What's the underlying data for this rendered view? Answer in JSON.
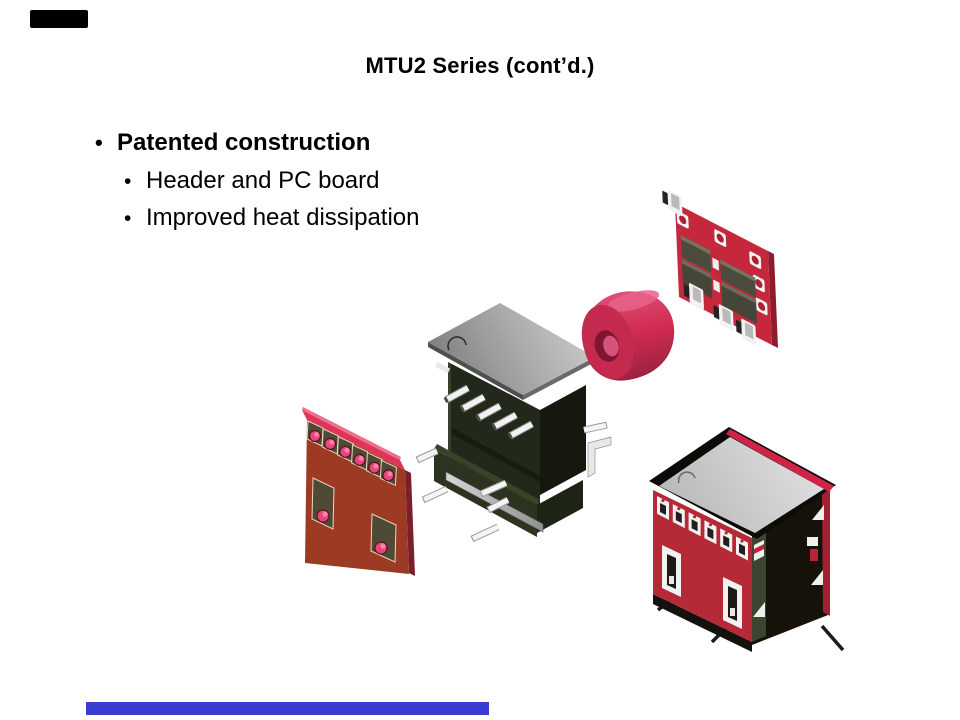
{
  "slide": {
    "title": "MTU2 Series (cont’d.)",
    "bullet_marker": "•",
    "bullets": [
      {
        "text": "Patented construction",
        "level": 1
      },
      {
        "text": "Header and PC board",
        "level": 2
      },
      {
        "text": "Improved heat dissipation",
        "level": 2
      }
    ]
  },
  "figures": {
    "left_pcb_alt": "PC board (side view)",
    "header_alt": "Header with pins",
    "toroid_alt": "Toroid core",
    "top_pcb_alt": "PC board (top view)",
    "assembled_alt": "Assembled MTU2 transformer"
  },
  "palette": {
    "background": "#ffffff",
    "text": "#000000",
    "pcb_red": "#c5283c",
    "pcb_rust": "#9c3a24",
    "pcb_edge_pink": "#dd3659",
    "toroid_crimson": "#cf2b50",
    "toroid_hole": "#7e1631",
    "component_olive": "#4c4c3e",
    "body_olive_dark": "#23291a",
    "metal_gray": "#b5b5b5",
    "pin_white": "#f2f2f2",
    "assembled_red": "#b62a38",
    "assembled_black": "#161109",
    "top_block_black": "#000000",
    "footer_bar_blue": "#3a3ccf"
  }
}
